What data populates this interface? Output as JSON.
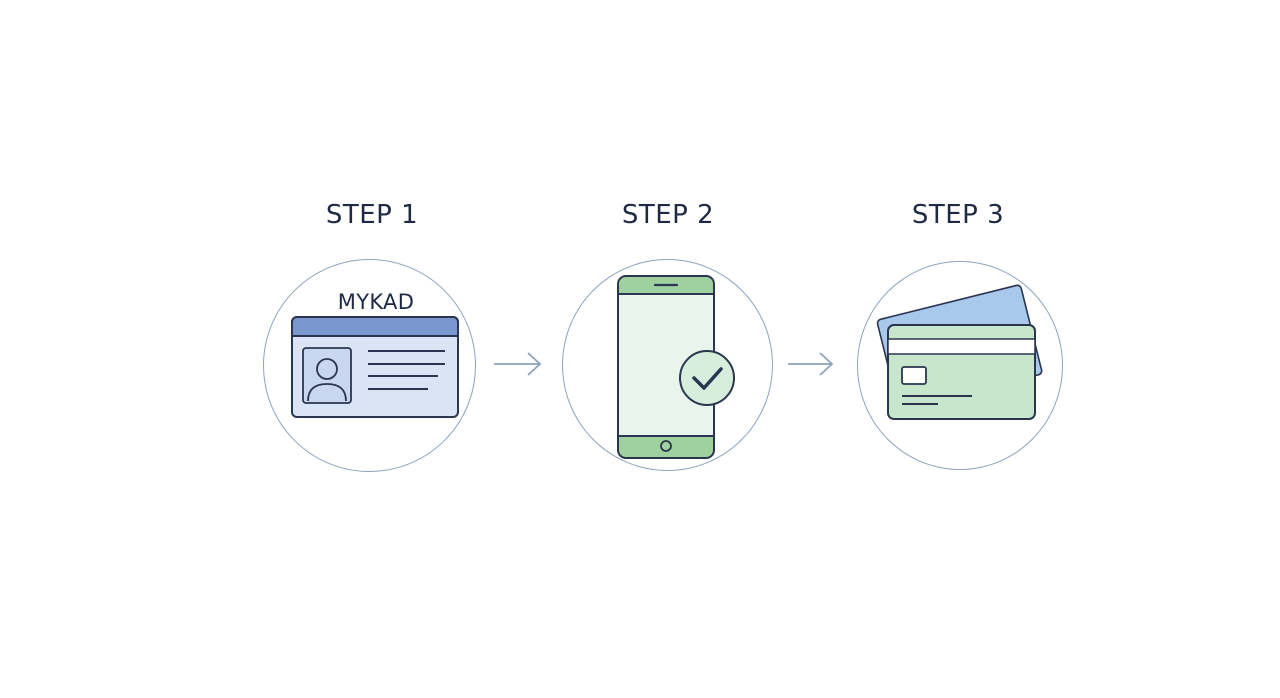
{
  "steps": [
    {
      "title": "STEP 1",
      "label": "MYKAD",
      "icon": "id-card-icon"
    },
    {
      "title": "STEP 2",
      "icon": "smartphone-check-icon"
    },
    {
      "title": "STEP 3",
      "icon": "bank-cards-icon"
    }
  ],
  "colors": {
    "text": "#1e2a44",
    "outline": "#8ea3bd",
    "id_card_fill": "#d9e4f5",
    "id_card_header": "#7b97cf",
    "phone_green": "#9fd19f",
    "phone_screen": "#e9f4ec",
    "card_green": "#c8e6cc",
    "card_blue": "#a9c9ea",
    "arrow": "#8ea3bd"
  }
}
